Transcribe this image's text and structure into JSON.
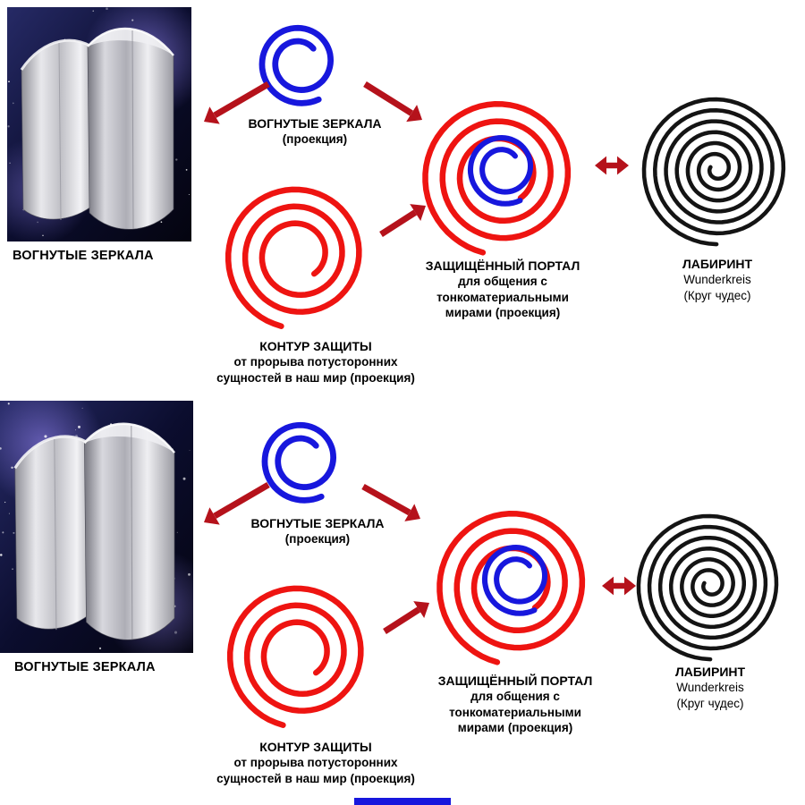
{
  "colors": {
    "spiral_red": "#ee1411",
    "spiral_blue": "#1717dd",
    "labyrinth_black": "#141414",
    "arrow_red": "#b5121b",
    "text": "#000000",
    "background": "#ffffff"
  },
  "sections": [
    {
      "mirrors_photo_caption": "ВОГНУТЫЕ ЗЕРКАЛА",
      "mirrors_projection": {
        "title": "ВОГНУТЫЕ ЗЕРКАЛА",
        "subtitle": "(проекция)"
      },
      "protection_contour": {
        "title": "КОНТУР ЗАЩИТЫ",
        "line2": "от прорыва потусторонних",
        "line3": "сущностей в наш мир (проекция)"
      },
      "protected_portal": {
        "title": "ЗАЩИЩЁННЫЙ ПОРТАЛ",
        "line2": "для общения с тонкоматериальными",
        "line3": "мирами (проекция)"
      },
      "labyrinth": {
        "title": "ЛАБИРИНТ",
        "line2": "Wunderkreis",
        "line3": "(Круг чудес)"
      }
    },
    {
      "mirrors_photo_caption": "ВОГНУТЫЕ ЗЕРКАЛА",
      "mirrors_projection": {
        "title": "ВОГНУТЫЕ ЗЕРКАЛА",
        "subtitle": "(проекция)"
      },
      "protection_contour": {
        "title": "КОНТУР ЗАЩИТЫ",
        "line2": "от прорыва потусторонних",
        "line3": "сущностей в наш мир (проекция)"
      },
      "protected_portal": {
        "title": "ЗАЩИЩЁННЫЙ ПОРТАЛ",
        "line2": "для общения с тонкоматериальными",
        "line3": "мирами (проекция)"
      },
      "labyrinth": {
        "title": "ЛАБИРИНТ",
        "line2": "Wunderkreis",
        "line3": "(Круг чудес)"
      }
    }
  ]
}
